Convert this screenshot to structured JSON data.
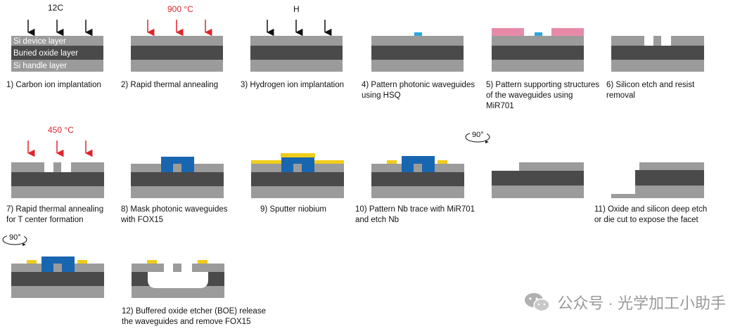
{
  "colors": {
    "si": "#9b9b9b",
    "oxide": "#4a4a4a",
    "waveguide": "#2f7fc2",
    "fox": "#1866b0",
    "niobium": "#f0cc1a",
    "mir": "#e78aa8",
    "red_arrow": "#e0242a",
    "black_arrow": "#111111",
    "hsq": "#29a9e0"
  },
  "layer_labels": {
    "device": "Si device layer",
    "oxide": "Buried oxide layer",
    "handle": "Si handle layer"
  },
  "annotations": {
    "carbon": "12C",
    "anneal_900": "900 °C",
    "hydrogen": "H",
    "anneal_450": "450 °C",
    "rotate": "90°"
  },
  "steps": [
    "1) Carbon ion implantation",
    "2) Rapid thermal annealing",
    "3) Hydrogen ion implantation",
    "4) Pattern photonic waveguides\nusing HSQ",
    "5) Pattern supporting structures\nof the waveguides using\nMiR701",
    "6) Silicon etch and resist\nremoval",
    "7) Rapid thermal annealing\nfor T center formation",
    "8) Mask photonic waveguides\nwith FOX15",
    "9) Sputter niobium",
    "10) Pattern Nb trace with MiR701\nand etch Nb",
    "11) Oxide and silicon deep etch\nor die cut to expose the facet",
    "12) Buffered oxide etcher (BOE) release\nthe waveguides and remove FOX15"
  ],
  "watermark": "公众号 · 光学加工小助手"
}
